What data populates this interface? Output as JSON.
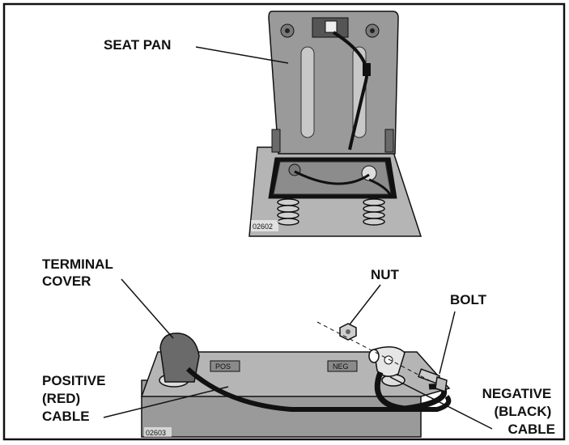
{
  "top_figure": {
    "label_seat_pan": "SEAT PAN",
    "figure_code": "02602"
  },
  "bottom_figure": {
    "label_terminal_cover": [
      "TERMINAL",
      "COVER"
    ],
    "label_nut": "NUT",
    "label_bolt": "BOLT",
    "label_positive_cable": [
      "POSITIVE",
      "(RED)",
      "CABLE"
    ],
    "label_negative_cable": [
      "NEGATIVE",
      "(BLACK)",
      "CABLE"
    ],
    "terminal_pos": "POS",
    "terminal_neg": "NEG",
    "figure_code": "02603"
  },
  "colors": {
    "metal_gray": "#9a9a9a",
    "dark_gray": "#5a5a5a",
    "cable_black": "#1a1a1a",
    "outline": "#111111"
  }
}
